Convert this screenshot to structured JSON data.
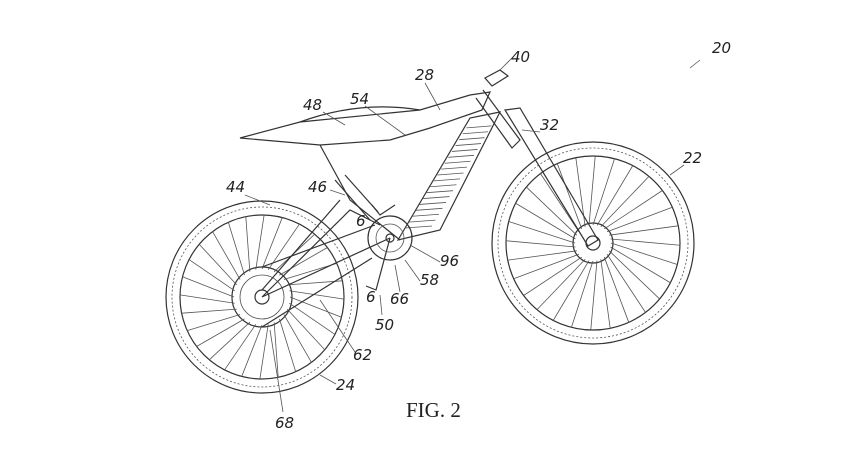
{
  "figure": {
    "caption": "FIG. 2",
    "reference_numerals": {
      "bicycle": "20",
      "handlebar": "40",
      "frame": "28",
      "battery_cover": "54",
      "seat": "48",
      "fork": "32",
      "front_wheel": "22",
      "shock": "46",
      "swingarm": "44",
      "section_top": "6",
      "motor": "96",
      "motor_housing": "58",
      "crank": "66",
      "section_bottom": "6",
      "drive_unit": "50",
      "chain": "62",
      "rear_wheel": "24",
      "rear_hub": "68"
    }
  }
}
